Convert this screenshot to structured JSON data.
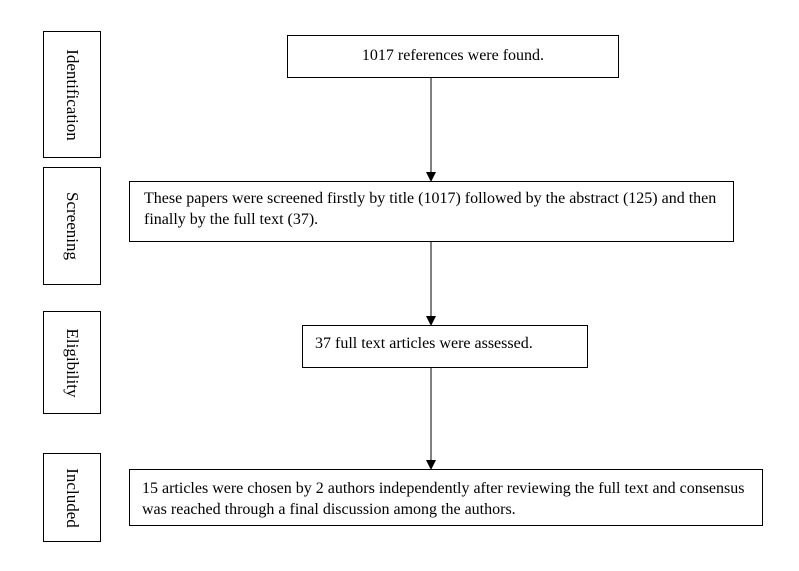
{
  "stages": [
    {
      "label": "Identification"
    },
    {
      "label": "Screening"
    },
    {
      "label": "Eligibility"
    },
    {
      "label": "Included"
    }
  ],
  "boxes": [
    {
      "text": "1017 references were found."
    },
    {
      "text": "These papers were screened firstly by title (1017) followed by the abstract (125) and then finally by the full text (37)."
    },
    {
      "text": "37 full text articles were assessed."
    },
    {
      "text": "15 articles were chosen by 2 authors independently after reviewing the full text and consensus was reached through a final discussion among the authors."
    }
  ]
}
